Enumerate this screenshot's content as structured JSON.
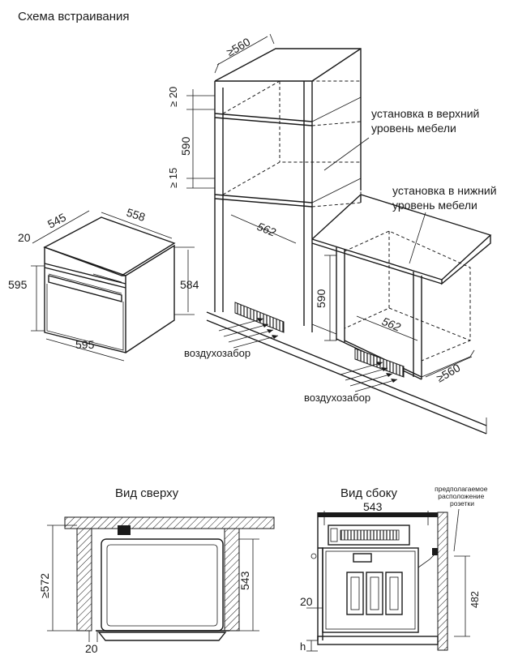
{
  "title": "Схема встраивания",
  "main_diagram": {
    "cabinet_depth": "≥560",
    "gap_top": "≥ 20",
    "gap_bottom": "≥ 15",
    "niche_height_upper": "590",
    "niche_width_upper": "562",
    "label_upper": [
      "установка в верхний",
      "уровень мебели"
    ],
    "label_lower": [
      "установка в нижний",
      "уровень мебели"
    ],
    "niche_height_lower": "590",
    "niche_width_lower": "562",
    "cabinet_depth_lower": "≥560",
    "air_intake_1": "воздухозабор",
    "air_intake_2": "воздухозабор"
  },
  "oven_dims": {
    "depth_545": "545",
    "width_558": "558",
    "front_20": "20",
    "height_595": "595",
    "height_584": "584",
    "width_595": "595"
  },
  "top_view": {
    "title": "Вид сверху",
    "depth_572": "≥572",
    "depth_543": "543",
    "offset_20": "20"
  },
  "side_view": {
    "title": "Вид сбоку",
    "socket_note": [
      "предполагаемое",
      "расположение",
      "розетки"
    ],
    "depth_543": "543",
    "height_482": "482",
    "offset_20": "20",
    "h_label": "h"
  },
  "colors": {
    "line": "#1a1a1a",
    "background": "#ffffff"
  }
}
